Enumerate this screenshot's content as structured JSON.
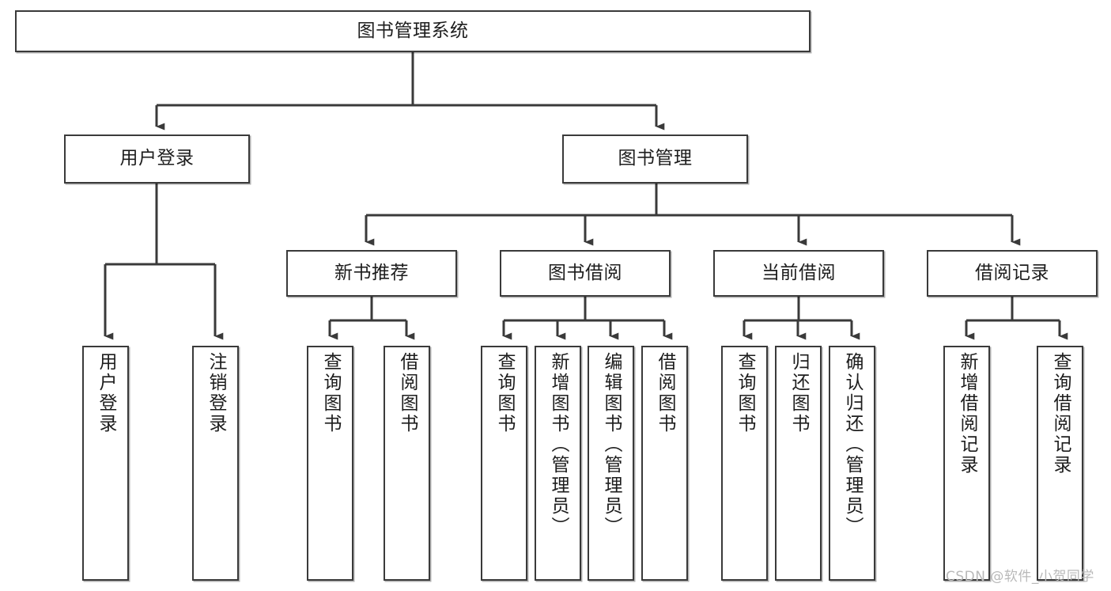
{
  "diagram": {
    "title": "图书管理系统",
    "type": "tree-hierarchy",
    "watermark": "CSDN @软件_小贺同学",
    "colors": {
      "box_border": "#3a3a3a",
      "box_fill": "#ffffff",
      "connector": "#3a3a3a",
      "text": "#1d1d1d",
      "watermark": "#b9b9b9",
      "background": "#ffffff"
    },
    "nodes": {
      "root": {
        "label": "图书管理系统"
      },
      "level2": [
        {
          "id": "user-login",
          "label": "用户登录"
        },
        {
          "id": "book-management",
          "label": "图书管理"
        }
      ],
      "level3": [
        {
          "id": "new-book-recommend",
          "label": "新书推荐"
        },
        {
          "id": "book-borrow",
          "label": "图书借阅"
        },
        {
          "id": "current-borrow",
          "label": "当前借阅"
        },
        {
          "id": "borrow-record",
          "label": "借阅记录"
        }
      ],
      "leaves": {
        "user-login": [
          {
            "id": "leaf-user-login",
            "label": "用户登录"
          },
          {
            "id": "leaf-user-logout",
            "label": "注销登录"
          }
        ],
        "new-book-recommend": [
          {
            "id": "leaf-query-book-1",
            "label": "查询图书"
          },
          {
            "id": "leaf-borrow-book-1",
            "label": "借阅图书"
          }
        ],
        "book-borrow": [
          {
            "id": "leaf-query-book-2",
            "label": "查询图书"
          },
          {
            "id": "leaf-add-book",
            "label": "新增图书（管理员）"
          },
          {
            "id": "leaf-edit-book",
            "label": "编辑图书（管理员）"
          },
          {
            "id": "leaf-borrow-book-2",
            "label": "借阅图书"
          }
        ],
        "current-borrow": [
          {
            "id": "leaf-query-book-3",
            "label": "查询图书"
          },
          {
            "id": "leaf-return-book",
            "label": "归还图书"
          },
          {
            "id": "leaf-confirm-return",
            "label": "确认归还（管理员）"
          }
        ],
        "borrow-record": [
          {
            "id": "leaf-add-record",
            "label": "新增借阅记录"
          },
          {
            "id": "leaf-query-record",
            "label": "查询借阅记录"
          }
        ]
      }
    }
  }
}
